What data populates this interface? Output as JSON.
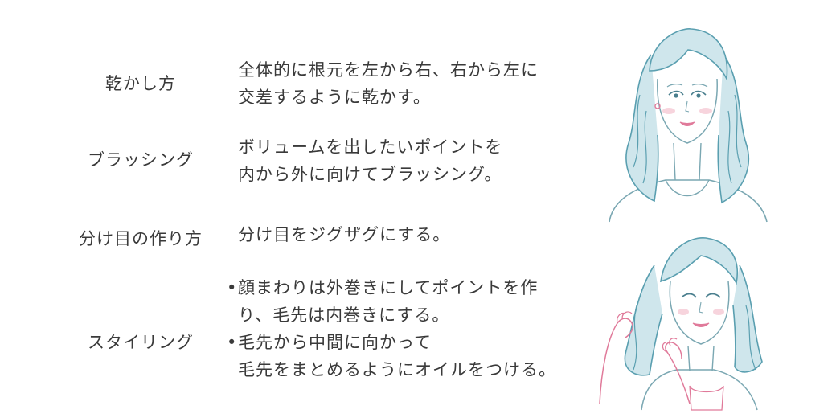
{
  "rows": [
    {
      "label": "乾かし方",
      "lines": [
        "全体的に根元を左から右、右から左に",
        "交差するように乾かす。"
      ]
    },
    {
      "label": "ブラッシング",
      "lines": [
        "ボリュームを出したいポイントを",
        "内から外に向けてブラッシング。"
      ]
    },
    {
      "label": "分け目の作り方",
      "lines": [
        "分け目をジグザグにする。"
      ]
    },
    {
      "label": "スタイリング",
      "bullet": "•",
      "lines": [
        "顔まわりは外巻きにしてポイントを作",
        "り、毛先は内巻きにする。",
        "毛先から中間に向かって",
        "毛先をまとめるようにオイルをつける。"
      ]
    }
  ],
  "colors": {
    "hair": "#5a9fb0",
    "hair_light": "#a8d3de",
    "skin_line": "#7aa7b2",
    "lips": "#e07a9a",
    "cheek": "#f4c2cf",
    "hand_line": "#e07a9a"
  }
}
